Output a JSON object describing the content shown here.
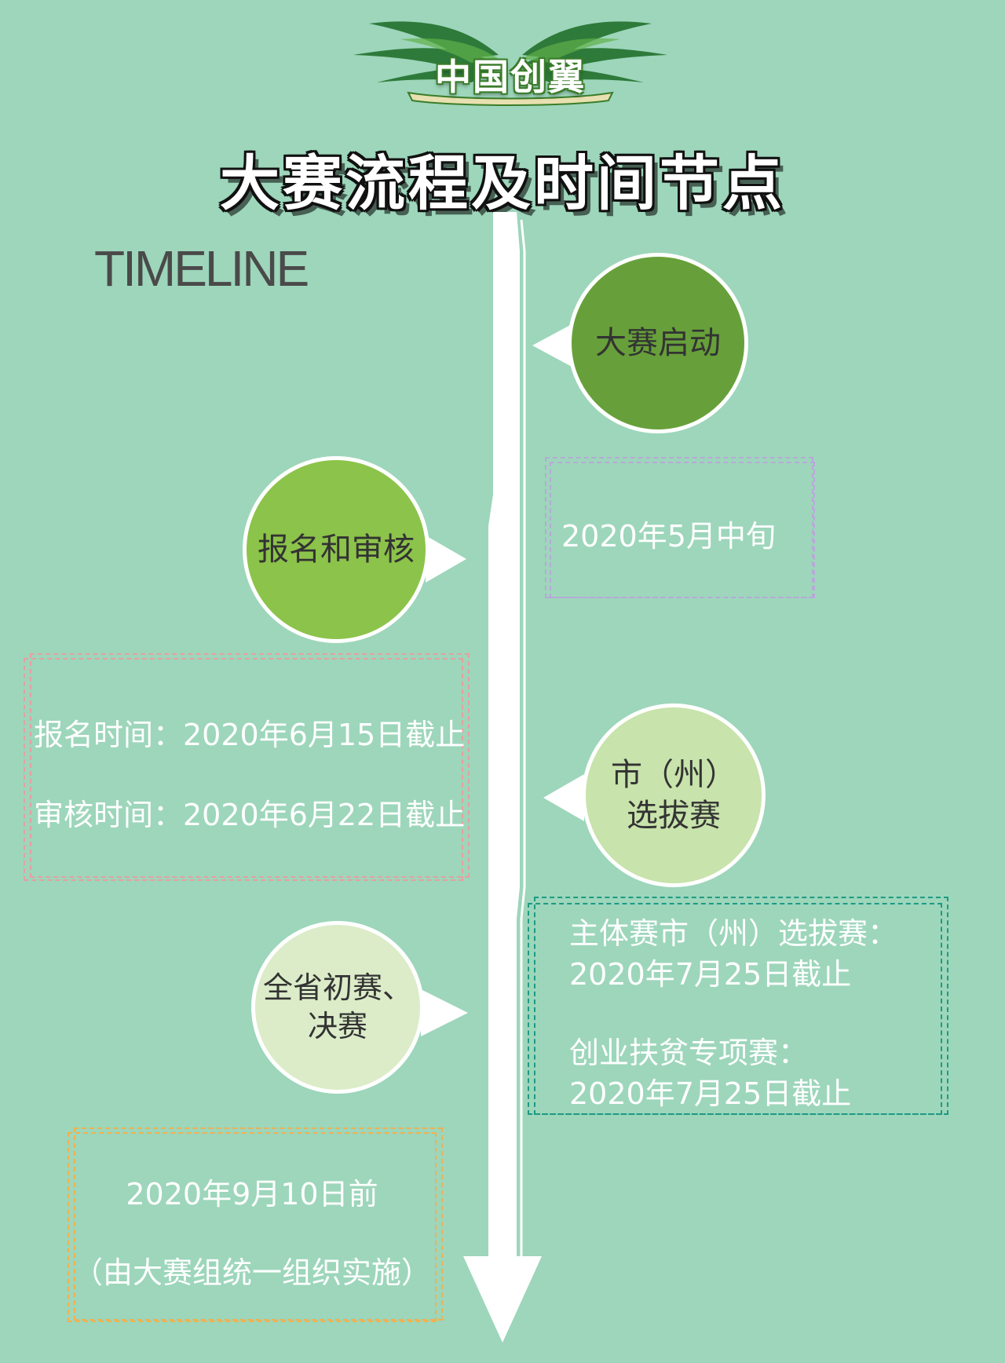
{
  "logo": {
    "text": "中国创翼"
  },
  "title": "大赛流程及时间节点",
  "timeline_label": "TIMELINE",
  "colors": {
    "background": "#9dd6bb",
    "axis": "#ffffff",
    "stage1": "#67a03a",
    "stage2": "#8cc34a",
    "stage3": "#c8e3ab",
    "stage4": "#dcecc9"
  },
  "stages": [
    {
      "label": "大赛启动"
    },
    {
      "label": "报名和审核"
    },
    {
      "label_line1": "市（州）",
      "label_line2": "选拔赛"
    },
    {
      "label_line1": "全省初赛、",
      "label_line2": "决赛"
    }
  ],
  "details": {
    "launch": "2020年5月中旬",
    "registration": "报名时间：2020年6月15日截止",
    "review": "审核时间：2020年6月22日截止",
    "city_main_label": "主体赛市（州）选拔赛：",
    "city_main_date": "2020年7月25日截止",
    "city_poverty_label": "创业扶贫专项赛：",
    "city_poverty_date": "2020年7月25日截止",
    "final_date": "2020年9月10日前",
    "final_note": "（由大赛组统一组织实施）"
  }
}
